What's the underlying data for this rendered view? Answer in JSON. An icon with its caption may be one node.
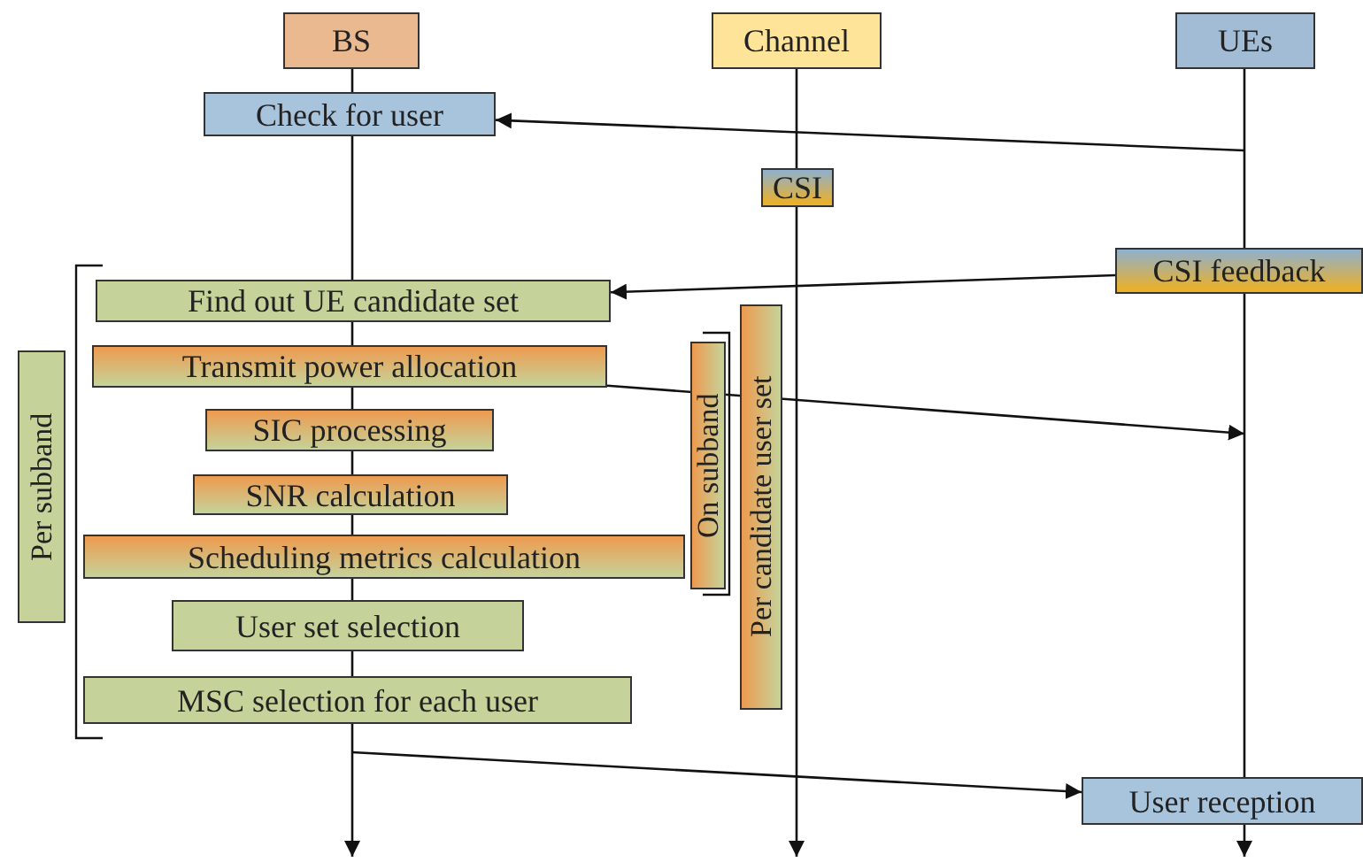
{
  "diagram": {
    "nodes": [
      {
        "text": [
          "BS"
        ]
      },
      {
        "text": [
          "Channel"
        ]
      },
      {
        "text": [
          "UEs"
        ]
      },
      {
        "text": [
          "Check for user"
        ]
      },
      {
        "text": [
          "CSI"
        ]
      },
      {
        "text": [
          "CSI feedback"
        ]
      },
      {
        "text": [
          "Find out UE candidate set"
        ]
      },
      {
        "text": [
          "Transmit power allocation"
        ]
      },
      {
        "text": [
          "SIC processing"
        ]
      },
      {
        "text": [
          "SNR calculation"
        ]
      },
      {
        "text": [
          "Scheduling metrics calculation"
        ]
      },
      {
        "text": [
          "User set selection"
        ]
      },
      {
        "text": [
          "MSC selection for each user"
        ]
      },
      {
        "text": [
          "User reception"
        ]
      },
      {
        "text": [
          "Per subband"
        ]
      },
      {
        "text": [
          "On subband"
        ]
      },
      {
        "text": [
          "Per candidate user set"
        ]
      }
    ],
    "edges": [
      {
        "from": 0,
        "to": 3,
        "arrow": "none"
      },
      {
        "from": null,
        "to": 3,
        "arrow": "to"
      },
      {
        "from": 1,
        "to": 4,
        "arrow": "none"
      },
      {
        "from": 4,
        "to": null,
        "arrow": "to"
      },
      {
        "from": 2,
        "to": 5,
        "arrow": "none"
      },
      {
        "from": 3,
        "to": 6,
        "arrow": "none"
      },
      {
        "from": 5,
        "to": 6,
        "arrow": "to"
      },
      {
        "from": 6,
        "to": 7,
        "arrow": "none"
      },
      {
        "from": 7,
        "to": null,
        "arrow": "to"
      },
      {
        "from": 7,
        "to": 8,
        "arrow": "none"
      },
      {
        "from": 8,
        "to": 9,
        "arrow": "none"
      },
      {
        "from": 9,
        "to": 10,
        "arrow": "none"
      },
      {
        "from": 10,
        "to": 11,
        "arrow": "none"
      },
      {
        "from": 11,
        "to": 12,
        "arrow": "none"
      },
      {
        "from": 12,
        "to": null,
        "arrow": "to"
      },
      {
        "from": null,
        "to": 13,
        "arrow": "to"
      },
      {
        "from": 5,
        "to": 13,
        "arrow": "none"
      },
      {
        "from": 13,
        "to": null,
        "arrow": "to"
      }
    ]
  }
}
